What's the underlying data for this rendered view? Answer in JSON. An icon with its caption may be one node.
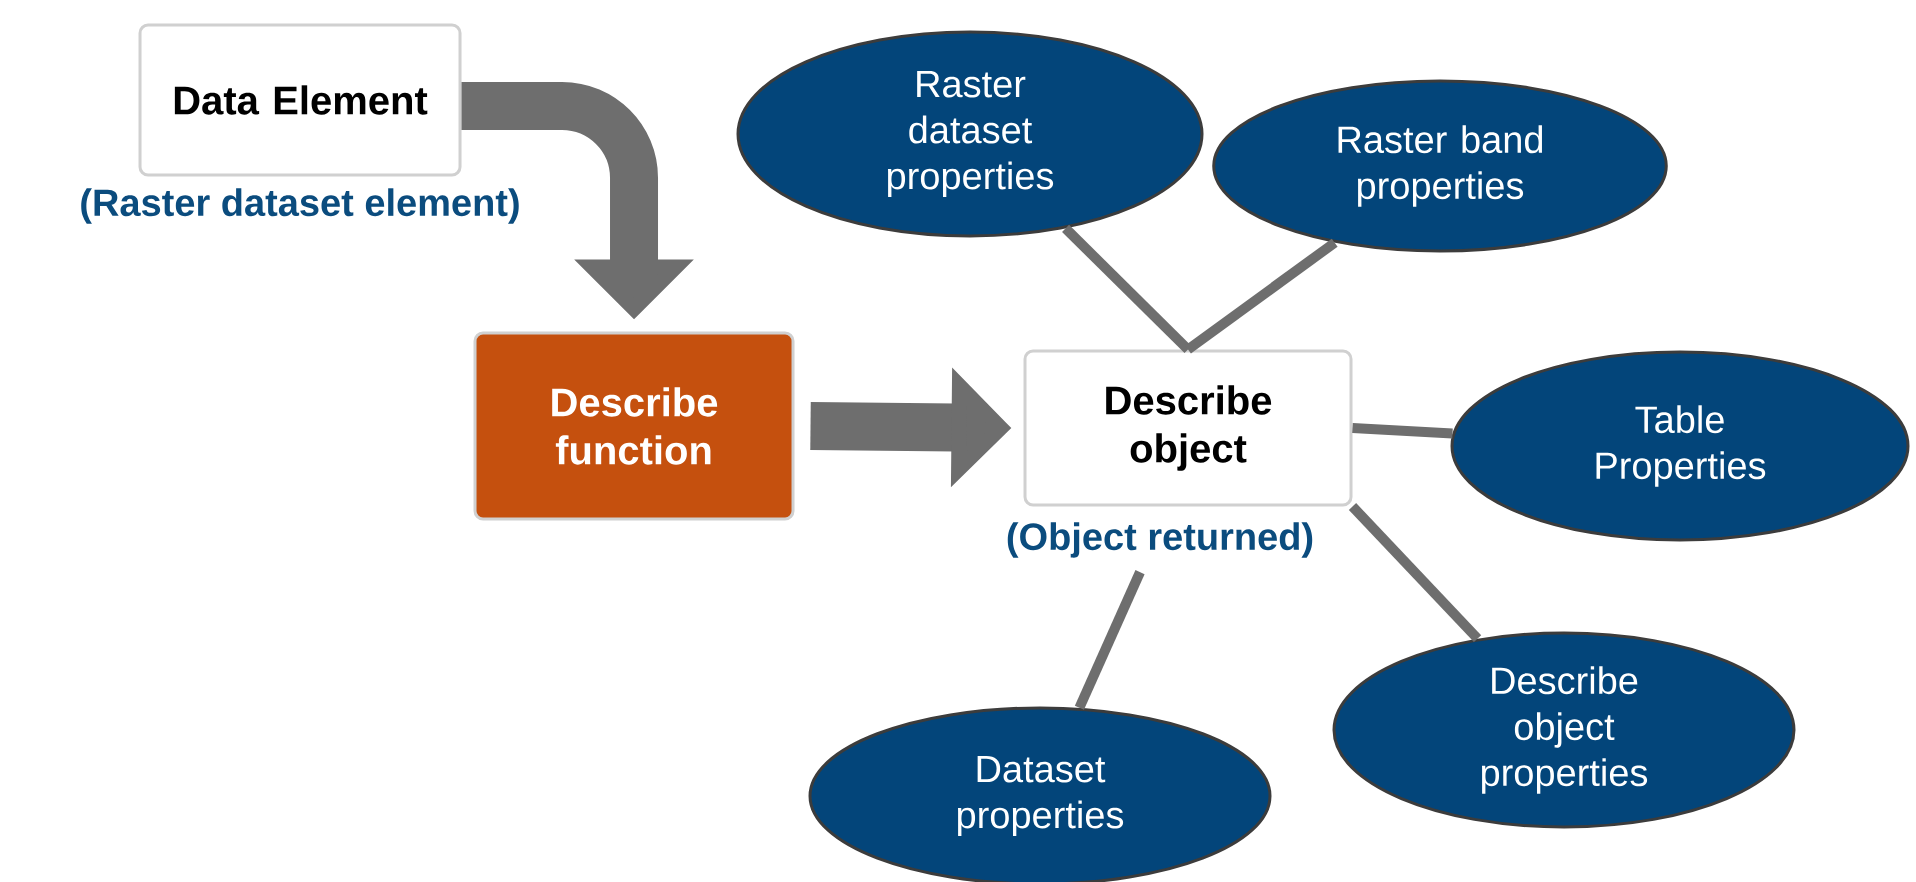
{
  "diagram": {
    "nodes": [
      {
        "text": [
          "Data Element"
        ],
        "beside": [
          "(Raster dataset element)"
        ]
      },
      {
        "text": [
          "Describe function"
        ]
      },
      {
        "text": [
          "Describe object"
        ],
        "beside": [
          "(Object returned)"
        ]
      },
      {
        "text": [
          "Raster dataset properties"
        ]
      },
      {
        "text": [
          "Raster band properties"
        ]
      },
      {
        "text": [
          "Table Properties"
        ]
      },
      {
        "text": [
          "Describe object properties"
        ]
      },
      {
        "text": [
          "Dataset properties"
        ]
      }
    ],
    "edges": [
      {
        "from": 0,
        "to": 1,
        "arrow": "to",
        "style": "thick"
      },
      {
        "from": 1,
        "to": 2,
        "arrow": "to",
        "style": "thick"
      },
      {
        "from": 2,
        "to": 3,
        "arrow": "none"
      },
      {
        "from": 2,
        "to": 4,
        "arrow": "none"
      },
      {
        "from": 2,
        "to": 5,
        "arrow": "none"
      },
      {
        "from": 2,
        "to": 6,
        "arrow": "none"
      },
      {
        "from": 2,
        "to": 7,
        "arrow": "none"
      }
    ]
  }
}
